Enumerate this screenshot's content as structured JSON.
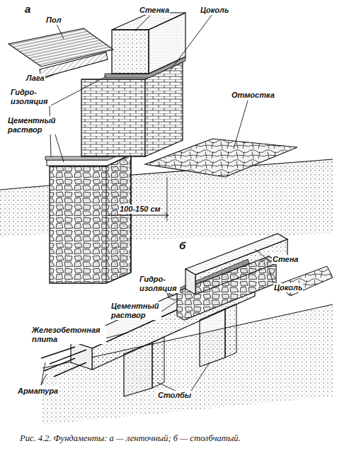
{
  "diagram": {
    "caption": "Рис. 4.2. Фундаменты: а — ленточный; б — столбчатый.",
    "labels": [
      "а",
      "Пол",
      "Стенка",
      "Цоколь",
      "Лага",
      "Гидро- изоляция",
      "Цементный раствор",
      "Отмостка",
      "100-150 см",
      "б",
      "Стена",
      "Цоколь",
      "Гидро- изоляция",
      "Цементный раствор",
      "Железобетонная плита",
      "Арматура",
      "Столбы"
    ]
  }
}
